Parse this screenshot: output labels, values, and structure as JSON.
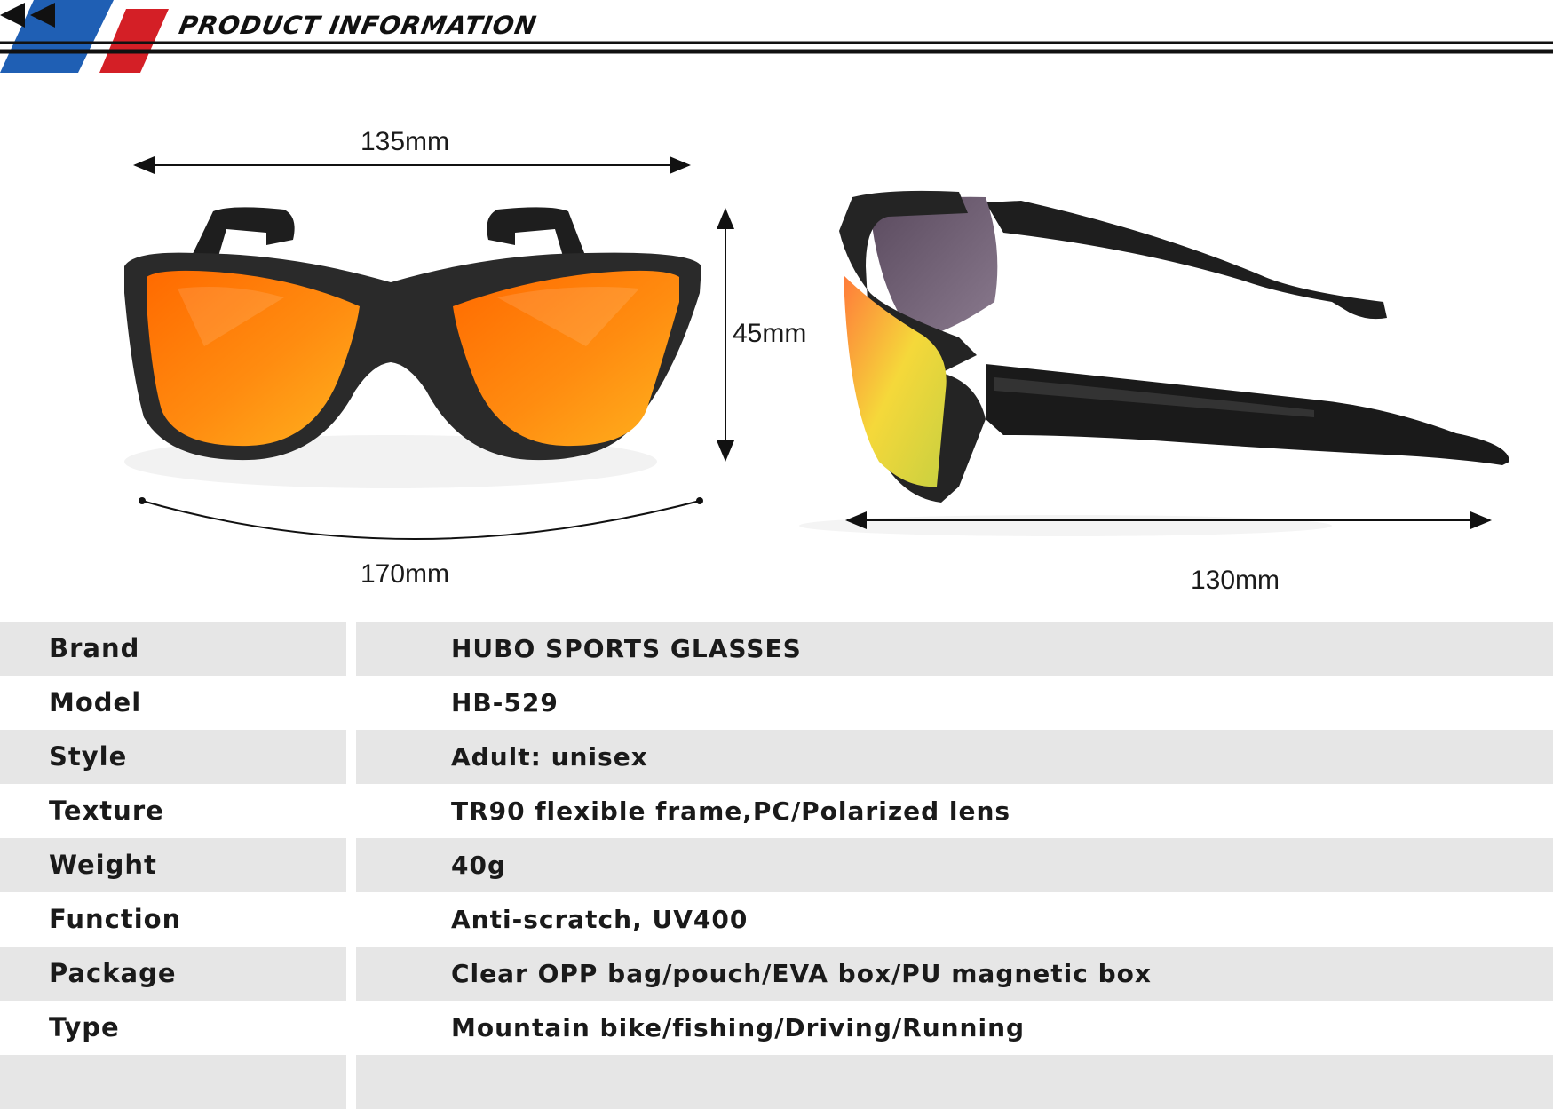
{
  "header": {
    "title": "PRODUCT INFORMATION",
    "stripe_colors": [
      "#1f5fb4",
      "#d41f26"
    ]
  },
  "dimensions": {
    "front_width": "135mm",
    "front_height": "45mm",
    "front_arc": "170mm",
    "side_length": "130mm"
  },
  "lens_colors": [
    "#ff6a00",
    "#ffb21e",
    "#f5d83a"
  ],
  "specs": [
    {
      "label": "Brand",
      "value": "HUBO SPORTS GLASSES"
    },
    {
      "label": "Model",
      "value": "HB-529"
    },
    {
      "label": "Style",
      "value": "Adult: unisex"
    },
    {
      "label": "Texture",
      "value": "TR90 flexible frame,PC/Polarized lens"
    },
    {
      "label": "Weight",
      "value": "40g"
    },
    {
      "label": "Function",
      "value": "Anti-scratch, UV400"
    },
    {
      "label": "Package",
      "value": "Clear OPP bag/pouch/EVA box/PU magnetic box"
    },
    {
      "label": "Type",
      "value": "Mountain bike/fishing/Driving/Running"
    },
    {
      "label": "",
      "value": ""
    }
  ],
  "icons": {
    "collapse": "double-chevron-left-icon"
  }
}
